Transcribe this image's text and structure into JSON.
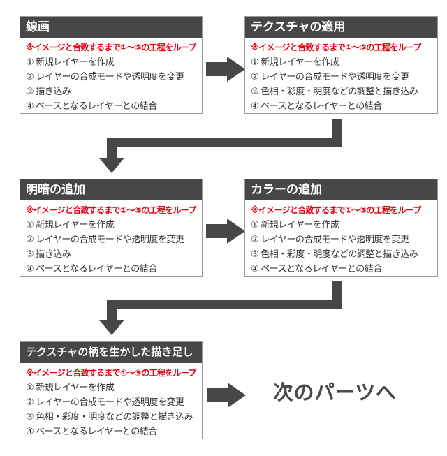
{
  "palette": {
    "header_bg": "#474747",
    "header_text": "#ffffff",
    "arrow": "#474747",
    "box_border": "#9a9a9a",
    "note_red": "#e60012",
    "body_text": "#333333",
    "next_label_color": "#4a4a4a",
    "background": "#ffffff"
  },
  "boxes": [
    {
      "title": "線画",
      "note": "※イメージと合致するまで①〜⑤の工程をループ",
      "steps": [
        "① 新規レイヤーを作成",
        "② レイヤーの合成モードや透明度を変更",
        "③ 描き込み",
        "④ ベースとなるレイヤーとの結合"
      ]
    },
    {
      "title": "テクスチャの適用",
      "note": "※イメージと合致するまで①〜⑤の工程をループ",
      "steps": [
        "① 新規レイヤーを作成",
        "② レイヤーの合成モードや透明度を変更",
        "③ 色相・彩度・明度などの調整と描き込み",
        "④ ベースとなるレイヤーとの結合"
      ]
    },
    {
      "title": "明暗の追加",
      "note": "※イメージと合致するまで①〜⑤の工程をループ",
      "steps": [
        "① 新規レイヤーを作成",
        "② レイヤーの合成モードや透明度を変更",
        "③ 描き込み",
        "④ ベースとなるレイヤーとの結合"
      ]
    },
    {
      "title": "カラーの追加",
      "note": "※イメージと合致するまで①〜⑤の工程をループ",
      "steps": [
        "① 新規レイヤーを作成",
        "② レイヤーの合成モードや透明度を変更",
        "③ 色相・彩度・明度などの調整と描き込み",
        "④ ベースとなるレイヤーとの結合"
      ]
    },
    {
      "title": "テクスチャの柄を生かした描き足し",
      "note": "※イメージと合致するまで①〜⑤の工程をループ",
      "steps": [
        "① 新規レイヤーを作成",
        "② レイヤーの合成モードや透明度を変更",
        "③ 色相・彩度・明度などの調整と描き込み",
        "④ ベースとなるレイヤーとの結合"
      ]
    }
  ],
  "next_label": "次のパーツへ"
}
